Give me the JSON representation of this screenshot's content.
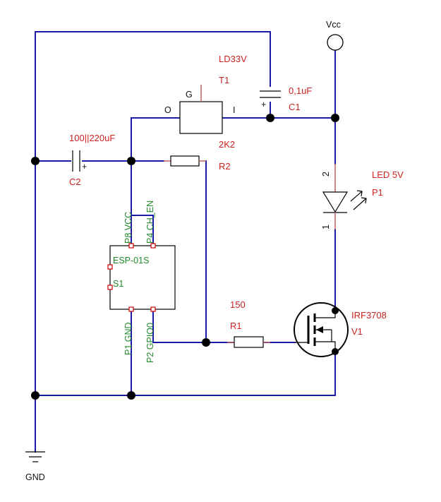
{
  "power": {
    "vcc": "Vcc",
    "gnd": "GND"
  },
  "regulator": {
    "part": "LD33V",
    "ref": "T1",
    "pin_g": "G",
    "pin_o": "O",
    "pin_i": "I"
  },
  "c1": {
    "value": "0,1uF",
    "ref": "C1",
    "polarity": "+"
  },
  "c2": {
    "value": "100||220uF",
    "ref": "C2",
    "polarity": "+"
  },
  "r2": {
    "value": "2K2",
    "ref": "R2"
  },
  "r1": {
    "value": "150",
    "ref": "R1"
  },
  "led": {
    "value": "LED 5V",
    "ref": "P1",
    "pin_top": "2",
    "pin_bottom": "1"
  },
  "mosfet": {
    "part": "IRF3708",
    "ref": "V1"
  },
  "module": {
    "name": "ESP-01S",
    "ref": "S1",
    "pin_vcc": "P8 VCC",
    "pin_en": "P4 CH_EN",
    "pin_gnd": "P1 GND",
    "pin_gpio": "P2 GPIO0"
  },
  "colors": {
    "wire": "#1a1aaa",
    "label": "#cc2222",
    "pin_label": "#22882a"
  }
}
